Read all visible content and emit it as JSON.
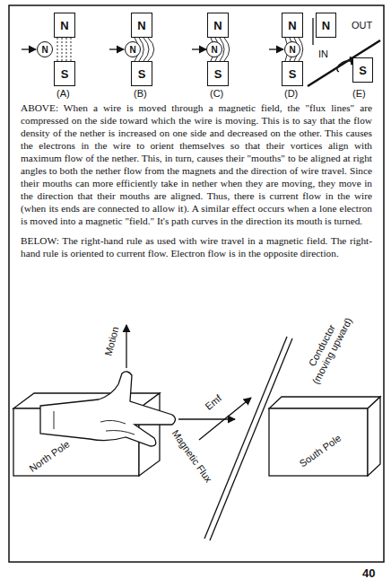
{
  "diagram": {
    "nodes": [
      {
        "text": [
          "N"
        ]
      },
      {
        "text": [
          "S"
        ]
      },
      {
        "text": [
          "N"
        ]
      },
      {
        "text": [
          "N"
        ]
      },
      {
        "text": [
          "S"
        ]
      },
      {
        "text": [
          "N"
        ]
      },
      {
        "text": [
          "N"
        ]
      },
      {
        "text": [
          "S"
        ]
      },
      {
        "text": [
          "N"
        ]
      },
      {
        "text": [
          "N"
        ]
      },
      {
        "text": [
          "S"
        ]
      },
      {
        "text": [
          "N"
        ]
      },
      {
        "text": [
          "N"
        ]
      },
      {
        "text": [
          "S"
        ]
      },
      {
        "text": [
          "North Pole"
        ]
      },
      {
        "text": [
          "South Pole"
        ]
      }
    ],
    "labels": [
      "(A)",
      "(B)",
      "(C)",
      "(D)",
      "(E)",
      "OUT",
      "IN",
      "ABOVE: When a wire is moved through a magnetic field, the \"flux lines\" are compressed on the side toward which the wire is moving. This is to say that the flow density of the nether is increased on one side and decreased on the other. This causes the electrons in the wire to orient themselves so that their vortices align with maximum flow of the nether. This, in turn, causes their \"mouths\" to be aligned at right angles to both the nether flow from the magnets and the direction of wire travel. Since their mouths can more efficiently take in nether when they are moving, they move in the direction that their mouths are aligned. Thus, there is current flow in the wire (when its ends are connected to allow it). A similar effect occurs when a lone electron is moved into a magnetic \"field.\" It's path curves in the direction its mouth is turned.",
      "BELOW: The right-hand rule as used with wire travel in a magnetic field. The right-hand rule is oriented to current flow. Electron flow is in the opposite direction.",
      "Motion",
      "Emf",
      "Conductor (moving upward)",
      "Magnetic Flux",
      "40"
    ]
  }
}
